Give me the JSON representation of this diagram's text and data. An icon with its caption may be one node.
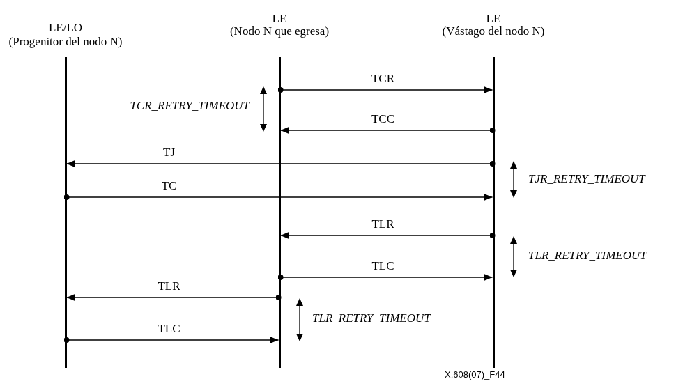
{
  "diagram": {
    "nodes": [
      {
        "text": [],
        "shape": "bar",
        "beside": [
          "LE/LO",
          "(Progenitor del nodo N)"
        ]
      },
      {
        "text": [],
        "shape": "bar",
        "beside": [
          "LE",
          "(Nodo N que egresa)"
        ]
      },
      {
        "text": [],
        "shape": "bar",
        "beside": [
          "LE",
          "(Vástago del nodo N)"
        ]
      }
    ],
    "edges": [
      {
        "from": 1,
        "to": 2,
        "arrow": "to",
        "label": "TCR"
      },
      {
        "from": 2,
        "to": 1,
        "arrow": "to",
        "label": "TCC"
      },
      {
        "from": 2,
        "to": 0,
        "arrow": "to",
        "label": "TJ"
      },
      {
        "from": 0,
        "to": 2,
        "arrow": "to",
        "label": "TC"
      },
      {
        "from": 2,
        "to": 1,
        "arrow": "to",
        "label": "TLR"
      },
      {
        "from": 1,
        "to": 2,
        "arrow": "to",
        "label": "TLC"
      },
      {
        "from": 1,
        "to": 0,
        "arrow": "to",
        "label": "TLR"
      },
      {
        "from": 0,
        "to": 1,
        "arrow": "to",
        "label": "TLC"
      }
    ],
    "labels": [
      "TCR_RETRY_TIMEOUT",
      "TJR_RETRY_TIMEOUT",
      "TLR_RETRY_TIMEOUT",
      "TLR_RETRY_TIMEOUT",
      "X.608(07)_F44"
    ]
  }
}
